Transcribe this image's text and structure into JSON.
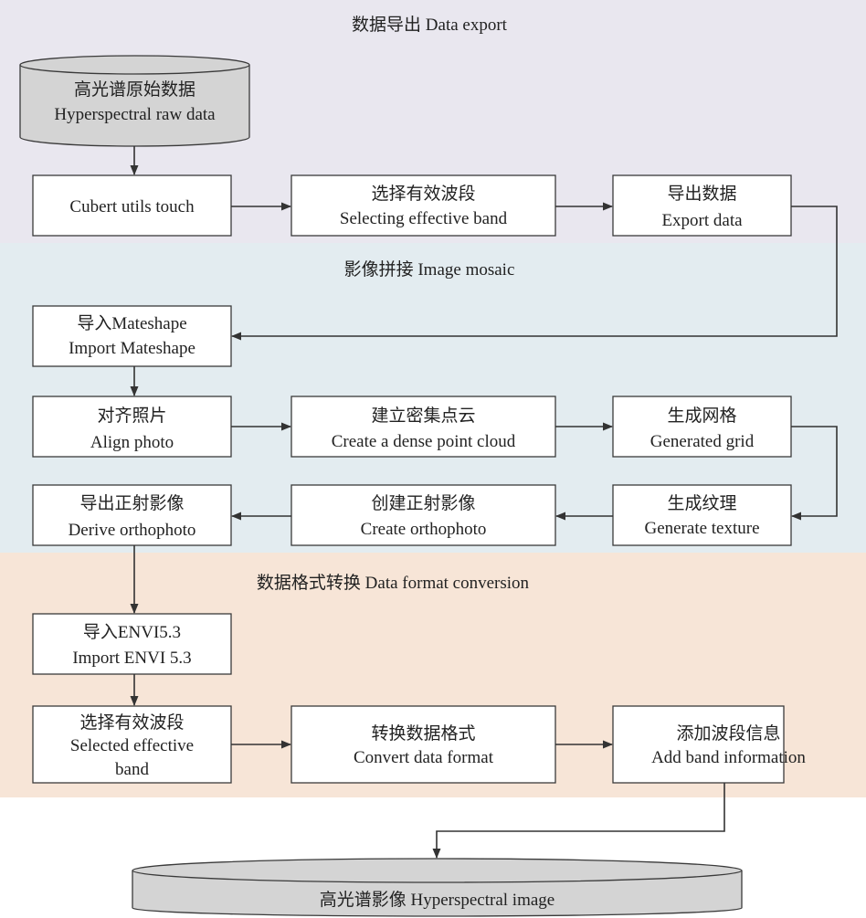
{
  "sections": [
    {
      "title": "数据导出 Data export"
    },
    {
      "title": "影像拼接 Image mosaic"
    },
    {
      "title": "数据格式转换 Data format conversion"
    }
  ],
  "source_database": {
    "lines": [
      "高光谱原始数据",
      "Hyperspectral raw data"
    ]
  },
  "steps": [
    {
      "lines": [
        "Cubert utils touch"
      ]
    },
    {
      "lines": [
        "选择有效波段",
        "Selecting effective band"
      ]
    },
    {
      "lines": [
        "导出数据",
        "Export data"
      ]
    },
    {
      "lines": [
        "导入Mateshape",
        "Import Mateshape"
      ]
    },
    {
      "lines": [
        "对齐照片",
        "Align photo"
      ]
    },
    {
      "lines": [
        "建立密集点云",
        "Create a dense point cloud"
      ]
    },
    {
      "lines": [
        "生成网格",
        "Generated grid"
      ]
    },
    {
      "lines": [
        "生成纹理",
        "Generate texture"
      ]
    },
    {
      "lines": [
        "创建正射影像",
        "Create orthophoto"
      ]
    },
    {
      "lines": [
        "导出正射影像",
        "Derive orthophoto"
      ]
    },
    {
      "lines": [
        "导入ENVI5.3",
        "Import ENVI 5.3"
      ]
    },
    {
      "lines": [
        "选择有效波段",
        "Selected effective",
        "band"
      ]
    },
    {
      "lines": [
        "转换数据格式",
        "Convert data format"
      ]
    },
    {
      "lines": [
        "添加波段信息",
        "Add band information"
      ]
    }
  ],
  "output_database": {
    "lines": [
      "高光谱影像 Hyperspectral image"
    ]
  },
  "colors": {
    "section_export_bg": "#e9e7ef",
    "section_mosaic_bg": "#e3ecf0",
    "section_conversion_bg": "#f7e5d7",
    "database_fill": "#d4d4d4",
    "box_fill": "#ffffff",
    "connector": "#333333"
  }
}
